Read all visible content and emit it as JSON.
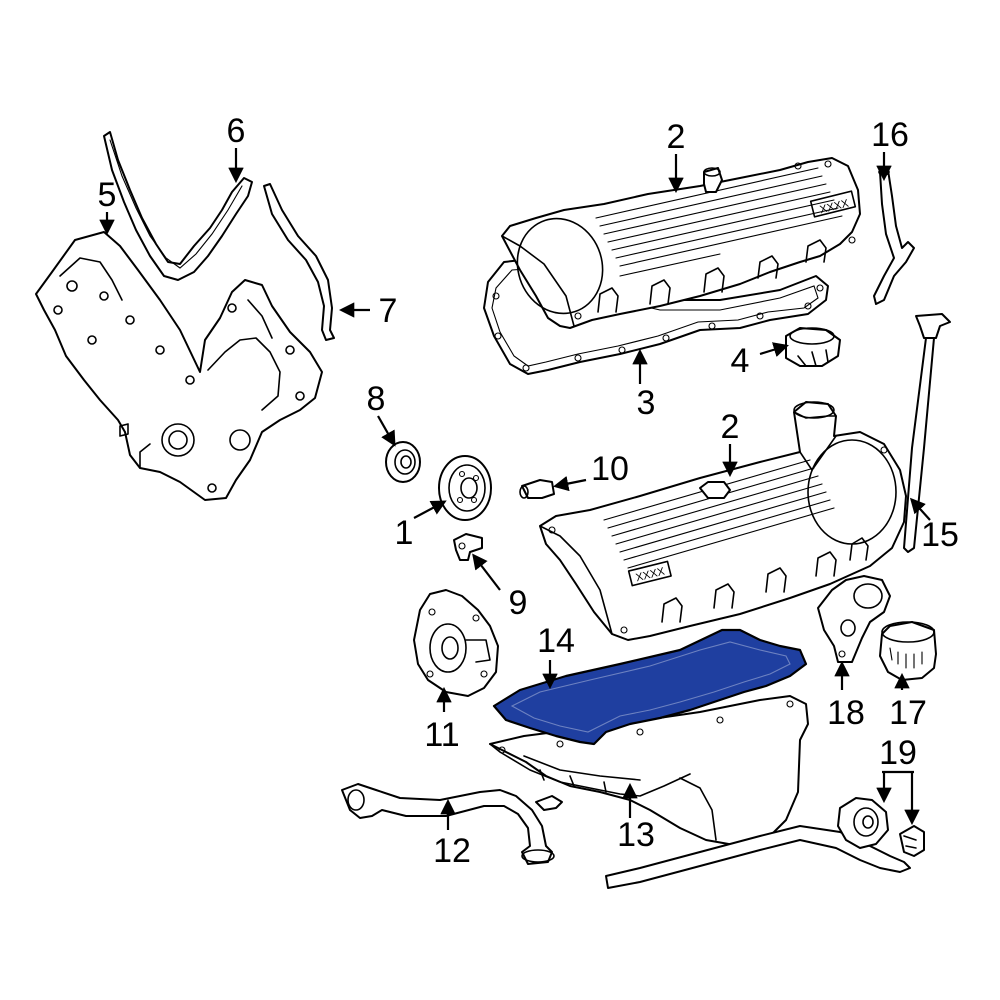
{
  "highlight_color": "#1f3fa0",
  "callouts": {
    "c1": "1",
    "c2a": "2",
    "c2b": "2",
    "c3": "3",
    "c4": "4",
    "c5": "5",
    "c6": "6",
    "c7": "7",
    "c8": "8",
    "c9": "9",
    "c10": "10",
    "c11": "11",
    "c12": "12",
    "c13": "13",
    "c14": "14",
    "c15": "15",
    "c16": "16",
    "c17": "17",
    "c18": "18",
    "c19": "19"
  },
  "cover_stamp": "XXXX",
  "highlighted_part": "14"
}
